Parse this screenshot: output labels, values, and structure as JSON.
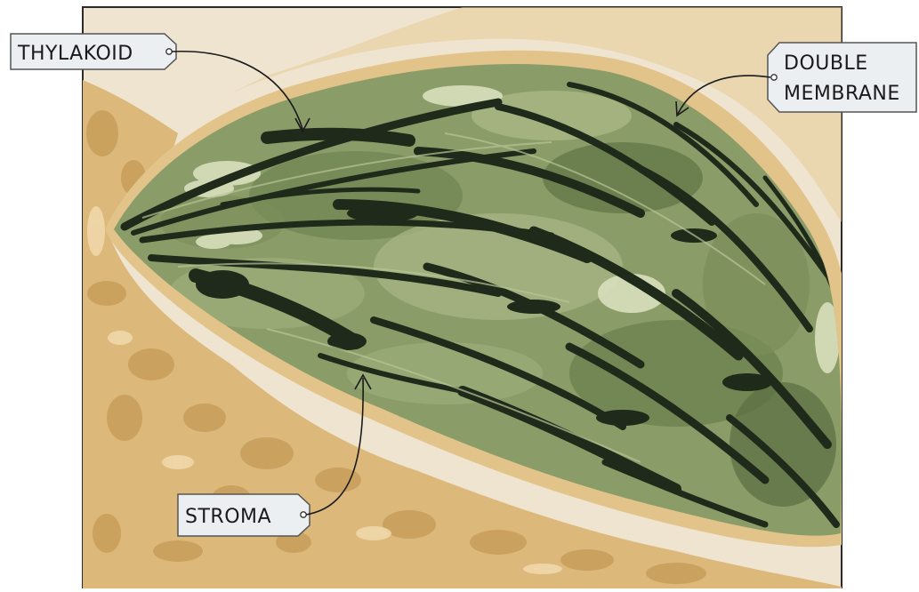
{
  "labels": {
    "thylakoid": "THYLAKOID",
    "double_membrane_line1": "DOUBLE",
    "double_membrane_line2": "MEMBRANE",
    "stroma": "STROMA"
  },
  "colors": {
    "background_panel": "#efe4cf",
    "outer_tissue": "#dcb87a",
    "outer_tissue_dark": "#c59a55",
    "membrane": "#e2c38a",
    "stroma_light": "#9aab78",
    "stroma_mid": "#6f8452",
    "thylakoid_dark": "#1f2a1a",
    "label_fill": "#eceff2",
    "label_stroke": "#555555"
  }
}
